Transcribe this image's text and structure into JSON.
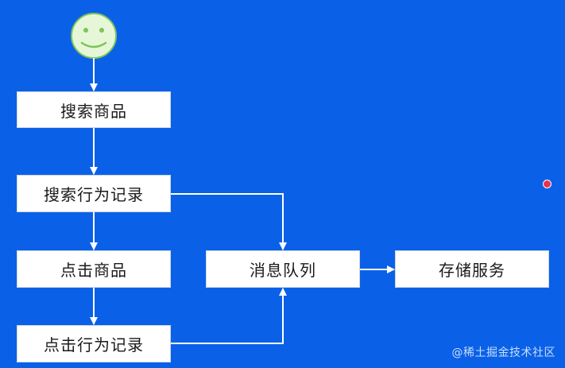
{
  "nodes": {
    "search_product": "搜索商品",
    "search_behavior_log": "搜索行为记录",
    "click_product": "点击商品",
    "click_behavior_log": "点击行为记录",
    "message_queue": "消息队列",
    "storage_service": "存储服务"
  },
  "watermark": "@稀土掘金技术社区",
  "colors": {
    "background": "#0a61e8",
    "box": "#ffffff",
    "arrow": "#ffffff",
    "smiley_face": "#e6f7d8",
    "smiley_stroke": "#7fc25a",
    "cursor_dot": "#e8324a"
  },
  "icons": {
    "start": "smiley-face-icon"
  }
}
